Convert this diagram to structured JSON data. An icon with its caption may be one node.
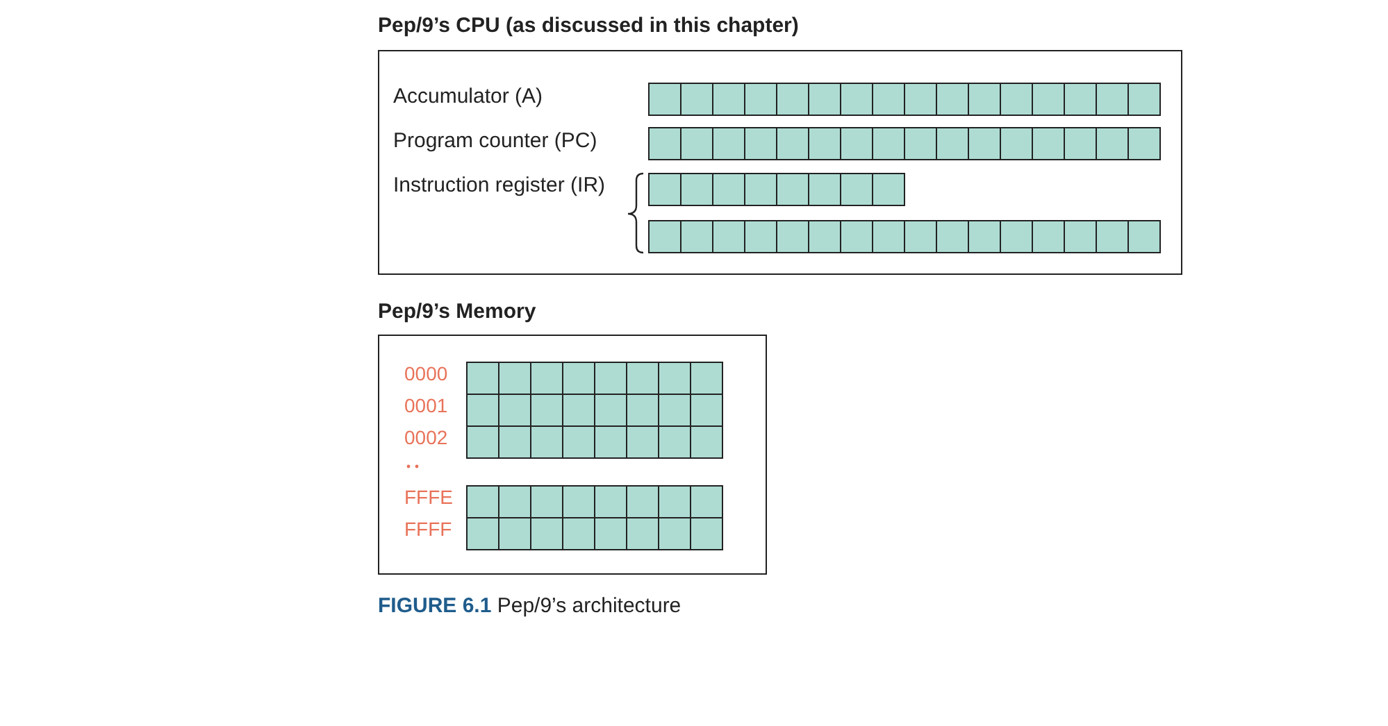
{
  "diagram": {
    "caption": "**FIGURE 6.1** Pep/9’s architecture",
    "nodes": [
      {
        "text": [
          "Pep/9’s CPU (as discussed in this chapter)"
        ]
      },
      {
        "text": [
          "Pep/9’s Memory"
        ]
      }
    ],
    "labels": [
      "Accumulator (A)",
      "Program counter (PC)",
      "Instruction register (IR)",
      "0000",
      "0001",
      "0002",
      "FFFE",
      "FFFF"
    ]
  }
}
